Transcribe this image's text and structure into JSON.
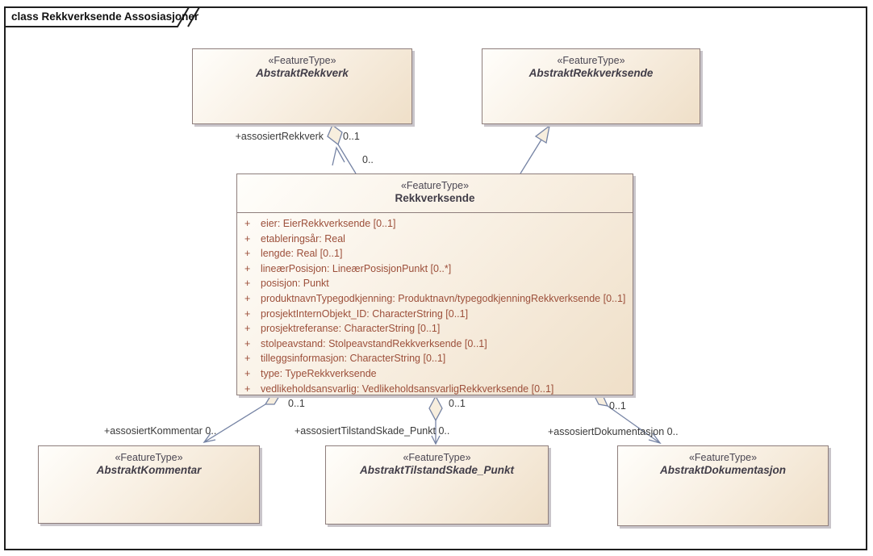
{
  "frame": {
    "label": "class Rekkverksende Assosiasjoner"
  },
  "classes": {
    "abstrakt_rekkverk": {
      "stereotype": "«FeatureType»",
      "name": "AbstraktRekkverk"
    },
    "abstrakt_rekkverksende": {
      "stereotype": "«FeatureType»",
      "name": "AbstraktRekkverksende"
    },
    "abstrakt_kommentar": {
      "stereotype": "«FeatureType»",
      "name": "AbstraktKommentar"
    },
    "abstrakt_tilstandskade_punkt": {
      "stereotype": "«FeatureType»",
      "name": "AbstraktTilstandSkade_Punkt"
    },
    "abstrakt_dokumentasjon": {
      "stereotype": "«FeatureType»",
      "name": "AbstraktDokumentasjon"
    },
    "rekkverksende": {
      "stereotype": "«FeatureType»",
      "name": "Rekkverksende",
      "visibility": "+",
      "attributes": [
        "eier: EierRekkverksende [0..1]",
        "etableringsår: Real",
        "lengde: Real [0..1]",
        "lineærPosisjon: LineærPosisjonPunkt [0..*]",
        "posisjon: Punkt",
        "produktnavnTypegodkjenning: Produktnavn/typegodkjenningRekkverksende [0..1]",
        "prosjektInternObjekt_ID: CharacterString [0..1]",
        "prosjektreferanse: CharacterString [0..1]",
        "stolpeavstand: StolpeavstandRekkverksende [0..1]",
        "tilleggsinformasjon: CharacterString [0..1]",
        "type: TypeRekkverksende",
        "vedlikeholdsansvarlig: VedlikeholdsansvarligRekkverksende [0..1]"
      ]
    }
  },
  "relations": {
    "rekkverk": {
      "role": "+assosiertRekkverk",
      "target_mult": "0..1",
      "source_mult": "0.."
    },
    "kommentar": {
      "label": "+assosiertKommentar 0..",
      "mult": "0..1"
    },
    "tilstand": {
      "label": "+assosiertTilstandSkade_Punkt 0..",
      "mult": "0..1"
    },
    "dokumentasjon": {
      "label": "+assosiertDokumentasjon 0..",
      "mult": "0..1"
    }
  },
  "colors": {
    "box_border": "#8e7e7c",
    "box_fill_start": "#fffefb",
    "box_fill_end": "#efdfc8",
    "box_shadow": "#c9c5ca",
    "connector": "#7583a4",
    "attribute_text": "#9c4f3a",
    "class_name_text": "#413d48",
    "frame_border": "#1f1f1f"
  }
}
